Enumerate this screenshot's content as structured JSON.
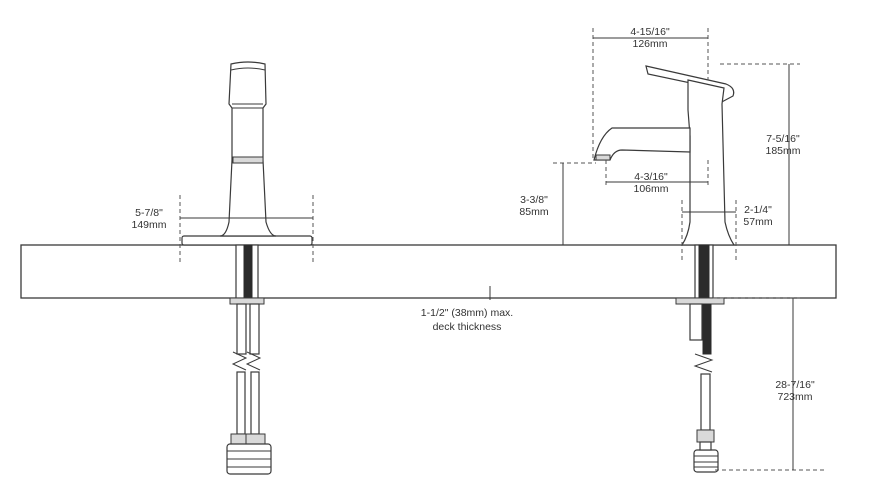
{
  "colors": {
    "line": "#3a3a3a",
    "text": "#333333",
    "deck_fill": "#ffffff",
    "hose_dark": "#2b2b2b"
  },
  "dimensions": {
    "plate_width": {
      "imperial": "5-7/8\"",
      "metric": "149mm"
    },
    "overall_reach": {
      "imperial": "4-15/16\"",
      "metric": "126mm"
    },
    "spout_reach": {
      "imperial": "4-3/16\"",
      "metric": "106mm"
    },
    "spout_height": {
      "imperial": "3-3/8\"",
      "metric": "85mm"
    },
    "overall_height": {
      "imperial": "7-5/16\"",
      "metric": "185mm"
    },
    "base_diameter": {
      "imperial": "2-1/4\"",
      "metric": "57mm"
    },
    "supply_length": {
      "imperial": "28-7/16\"",
      "metric": "723mm"
    },
    "deck_thickness": {
      "line1": "1-1/2\" (38mm) max.",
      "line2": "deck thickness"
    }
  }
}
